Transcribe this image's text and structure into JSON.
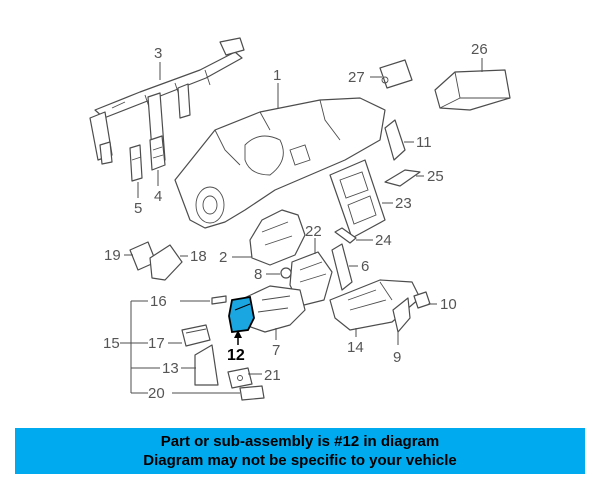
{
  "diagram": {
    "highlight_color": "#1aa6e0",
    "highlighted_part": "12",
    "callouts": [
      "1",
      "2",
      "3",
      "4",
      "5",
      "6",
      "7",
      "8",
      "9",
      "10",
      "11",
      "12",
      "13",
      "14",
      "15",
      "16",
      "17",
      "18",
      "19",
      "20",
      "21",
      "22",
      "23",
      "24",
      "25",
      "26",
      "27"
    ]
  },
  "banner": {
    "line1": "Part or sub-assembly is #12 in diagram",
    "line2": "Diagram may not be specific to your vehicle",
    "background": "#00aaee"
  }
}
